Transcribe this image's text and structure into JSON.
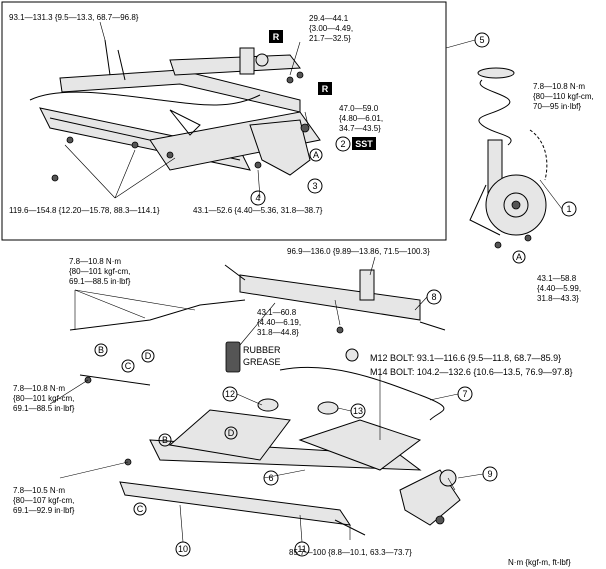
{
  "torques": {
    "t1_l1": "93.1—131.3 {9.5—13.3, 68.7—96.8}",
    "t2_l1": "29.4—44.1",
    "t2_l2": "{3.00—4.49,",
    "t2_l3": "21.7—32.5}",
    "t3_l1": "47.0—59.0",
    "t3_l2": "{4.80—6.01,",
    "t3_l3": "34.7—43.5}",
    "t4_l1": "7.8—10.8 N·m",
    "t4_l2": "{80—110 kgf-cm,",
    "t4_l3": "70—95 in·lbf}",
    "t5": "119.6—154.8 {12.20—15.78, 88.3—114.1}",
    "t6": "43.1—52.6 {4.40—5.36, 31.8—38.7}",
    "t7_l1": "43.1—58.8",
    "t7_l2": "{4.40—5.99,",
    "t7_l3": "31.8—43.3}",
    "t8_l1": "7.8—10.8 N·m",
    "t8_l2": "{80—101 kgf-cm,",
    "t8_l3": "69.1—88.5 in·lbf}",
    "t9": "96.9—136.0 {9.89—13.86, 71.5—100.3}",
    "t10_l1": "43.1—60.8",
    "t10_l2": "{4.40—6.19,",
    "t10_l3": "31.8—44.8}",
    "t11_l1": "7.8—10.8 N·m",
    "t11_l2": "{80—101 kgf-cm,",
    "t11_l3": "69.1—88.5 in·lbf}",
    "t12_l1": "7.8—10.5 N·m",
    "t12_l2": "{80—107 kgf-cm,",
    "t12_l3": "69.1—92.9 in·lbf}",
    "t13": "85.7—100 {8.8—10.1, 63.3—73.7}",
    "m12": "M12 BOLT: 93.1—116.6 {9.5—11.8, 68.7—85.9}",
    "m14": "M14 BOLT: 104.2—132.6 {10.6—13.5, 76.9—97.8}"
  },
  "badges": {
    "r": "R",
    "sst": "SST"
  },
  "grease": {
    "l1": "RUBBER",
    "l2": "GREASE"
  },
  "letters": {
    "a": "A",
    "b": "B",
    "c": "C",
    "d": "D"
  },
  "callouts": [
    "1",
    "2",
    "3",
    "4",
    "5",
    "6",
    "7",
    "8",
    "9",
    "10",
    "11",
    "12",
    "13"
  ],
  "units": "N·m {kgf-m, ft-lbf}"
}
